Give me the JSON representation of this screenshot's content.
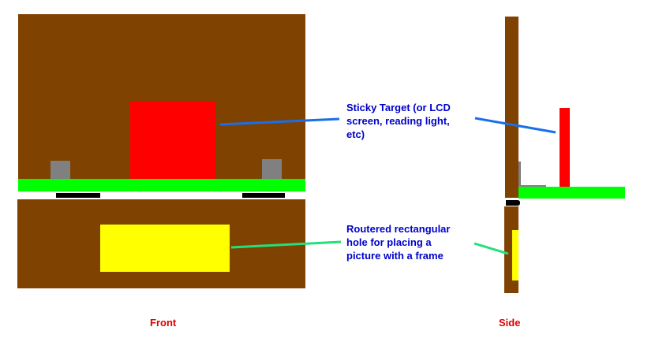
{
  "labels": {
    "sticky_target": [
      "Sticky Target (or LCD",
      "screen, reading light,",
      "etc)"
    ],
    "routered_hole": [
      "Routered rectangular",
      "hole for placing a",
      "picture with a frame"
    ]
  },
  "captions": {
    "front": "Front",
    "side": "Side"
  },
  "colors": {
    "wood": "#7f4200",
    "shelf": "#00ff00",
    "target": "#ff0000",
    "picture": "#ffff00",
    "bracket": "#808080",
    "hinge": "#000000",
    "pointer_blue": "#1a6fe8",
    "pointer_green": "#22e07a",
    "label_text": "#0000cc",
    "caption_text": "#e00000"
  }
}
